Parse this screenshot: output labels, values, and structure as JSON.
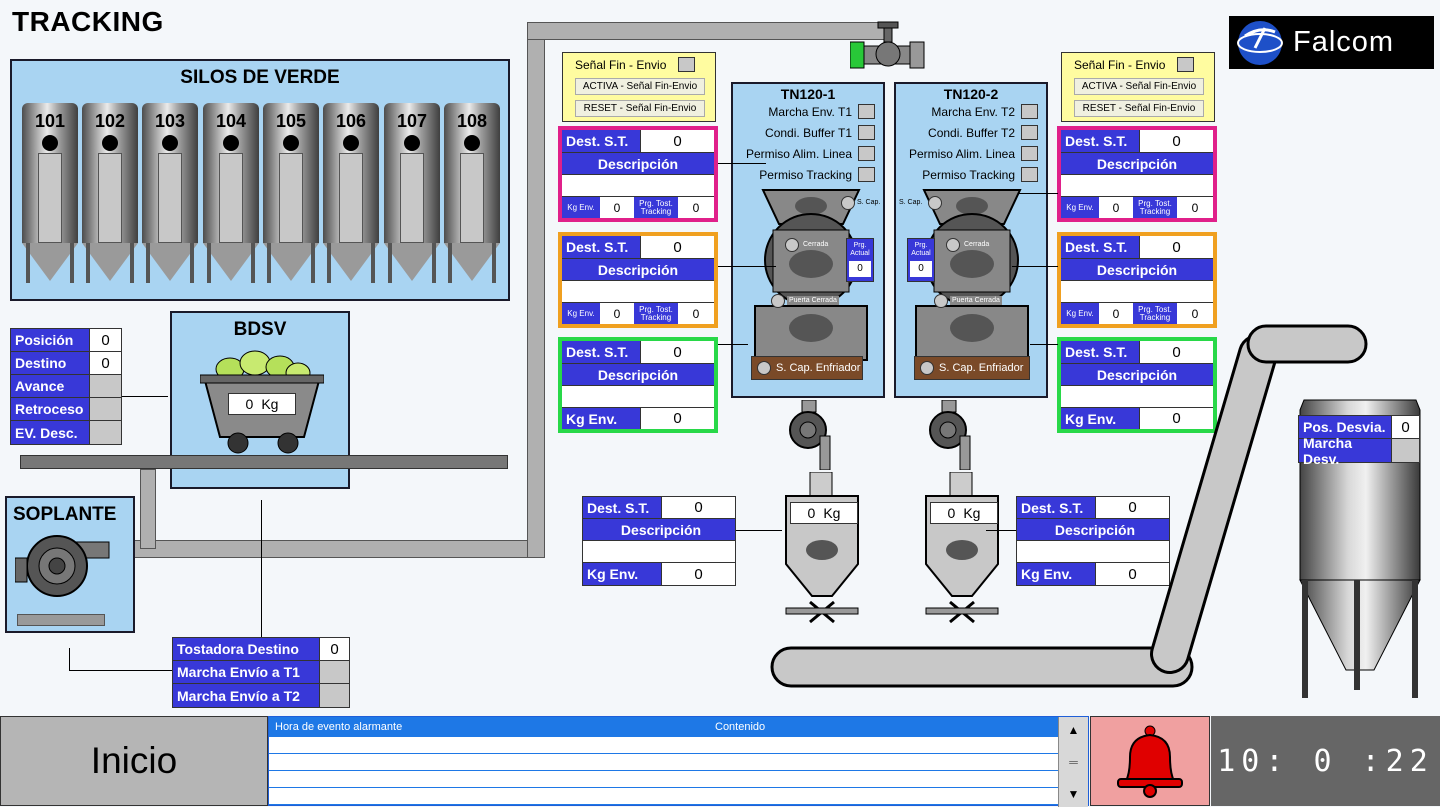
{
  "header": {
    "title": "TRACKING",
    "logo_text": "Falcom"
  },
  "silos": {
    "title": "SILOS DE VERDE",
    "items": [
      "101",
      "102",
      "103",
      "104",
      "105",
      "106",
      "107",
      "108"
    ]
  },
  "left_status": {
    "rows": [
      {
        "label": "Posición",
        "value": "0"
      },
      {
        "label": "Destino",
        "value": "0"
      },
      {
        "label": "Avance",
        "value": ""
      },
      {
        "label": "Retroceso",
        "value": ""
      },
      {
        "label": "EV. Desc.",
        "value": ""
      }
    ]
  },
  "bdsv": {
    "title": "BDSV",
    "weight": "0",
    "unit": "Kg"
  },
  "soplante": {
    "title": "SOPLANTE"
  },
  "tostadora": {
    "rows": [
      {
        "label": "Tostadora Destino",
        "value": "0"
      },
      {
        "label": "Marcha Envío a T1",
        "value": ""
      },
      {
        "label": "Marcha Envío a T2",
        "value": ""
      }
    ]
  },
  "signal_left": {
    "title": "Señal Fin - Envio",
    "activa": "ACTIVA - Señal Fin-Envio",
    "reset": "RESET - Señal Fin-Envio"
  },
  "signal_right": {
    "title": "Señal Fin - Envio",
    "activa": "ACTIVA - Señal Fin-Envio",
    "reset": "RESET - Señal Fin-Envio"
  },
  "tn1": {
    "title": "TN120-1",
    "lines": [
      "Marcha Env. T1",
      "Condi. Buffer T1",
      "Permiso Alim. Linea",
      "Permiso Tracking"
    ],
    "s_cap": "S. Cap.",
    "cerrada": "Cerrada",
    "prg_actual": "Prg. Actual",
    "prg_value": "0",
    "puerta": "Puerta Cerrada",
    "enfriador": "S. Cap. Enfriador"
  },
  "tn2": {
    "title": "TN120-2",
    "lines": [
      "Marcha Env. T2",
      "Condi. Buffer T2",
      "Permiso Alim. Linea",
      "Permiso Tracking"
    ],
    "s_cap": "S. Cap.",
    "cerrada": "Cerrada",
    "prg_actual": "Prg. Actual",
    "prg_value": "0",
    "puerta": "Puerta Cerrada",
    "enfriador": "S. Cap. Enfriador"
  },
  "dest_common": {
    "dest": "Dest. S.T.",
    "desc": "Descripción",
    "kg_env_small": "Kg Env.",
    "prg": "Prg. Tost. Tracking",
    "kg_env": "Kg Env."
  },
  "dest_left": [
    {
      "value": "0",
      "kg": "0",
      "prg": "0"
    },
    {
      "value": "0",
      "kg": "0",
      "prg": "0"
    },
    {
      "value": "0",
      "kg": "0"
    }
  ],
  "dest_right": [
    {
      "value": "0",
      "kg": "0",
      "prg": "0"
    },
    {
      "value": "0",
      "kg": "0",
      "prg": "0"
    },
    {
      "value": "0",
      "kg": "0"
    }
  ],
  "hopper_left": {
    "weight": "0",
    "unit": "Kg",
    "dest": "0",
    "kg": "0"
  },
  "hopper_right": {
    "weight": "0",
    "unit": "Kg",
    "dest": "0",
    "kg": "0"
  },
  "desvia": {
    "rows": [
      {
        "label": "Pos. Desvia.",
        "value": "0"
      },
      {
        "label": "Marcha Desv.",
        "value": ""
      }
    ]
  },
  "footer": {
    "inicio": "Inicio",
    "alarm_col1": "Hora de evento alarmante",
    "alarm_col2": "Contenido",
    "clock": "10: 0 :22"
  },
  "colors": {
    "panel": "#a9d4f2",
    "label": "#3838d8",
    "dest1": "#e0208a",
    "dest2": "#f0a020",
    "dest3": "#28d848"
  }
}
